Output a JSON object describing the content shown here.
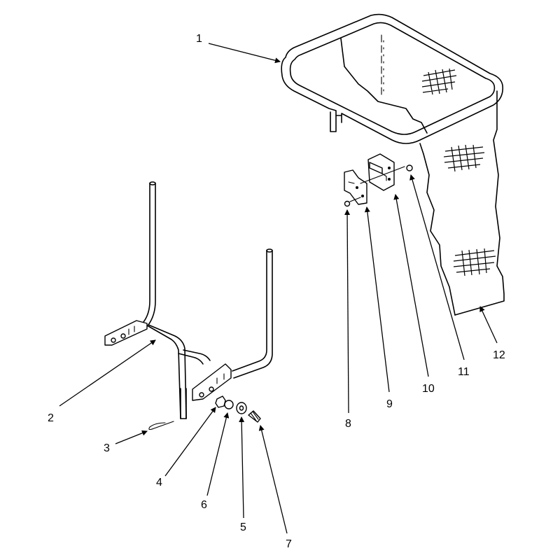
{
  "callouts": [
    {
      "number": "1"
    },
    {
      "number": "2"
    },
    {
      "number": "3"
    },
    {
      "number": "4"
    },
    {
      "number": "5"
    },
    {
      "number": "6"
    },
    {
      "number": "7"
    },
    {
      "number": "8"
    },
    {
      "number": "9"
    },
    {
      "number": "10"
    },
    {
      "number": "11"
    },
    {
      "number": "12"
    }
  ]
}
